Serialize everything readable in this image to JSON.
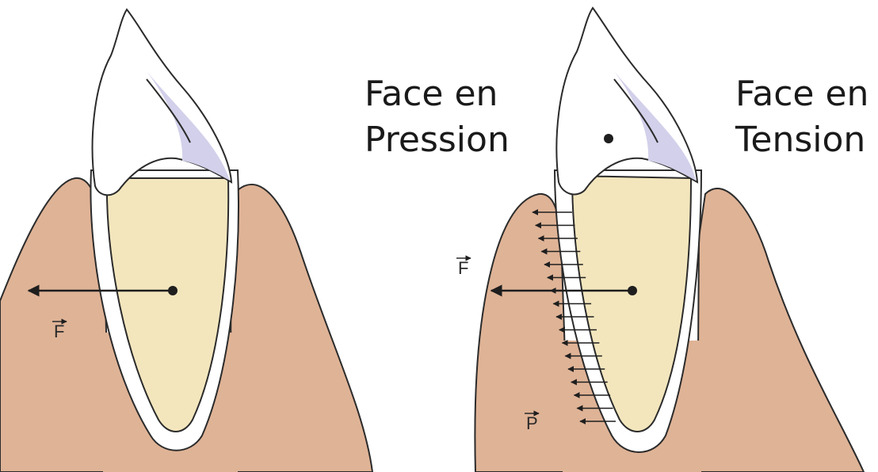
{
  "labels": {
    "pressure_side": {
      "line1": "Face en",
      "line2": "Pression"
    },
    "tension_side": {
      "line1": "Face en",
      "line2": "Tension"
    },
    "force_left": "F",
    "force_right": "F",
    "pressure_vector": "P"
  },
  "colors": {
    "gum": "#dfb396",
    "root": "#f3e6bd",
    "enamel_shade": "#d2d0ea",
    "outline": "#2b2b2b",
    "arrow": "#1e1e1e"
  },
  "pressure_arrow_count": 17
}
